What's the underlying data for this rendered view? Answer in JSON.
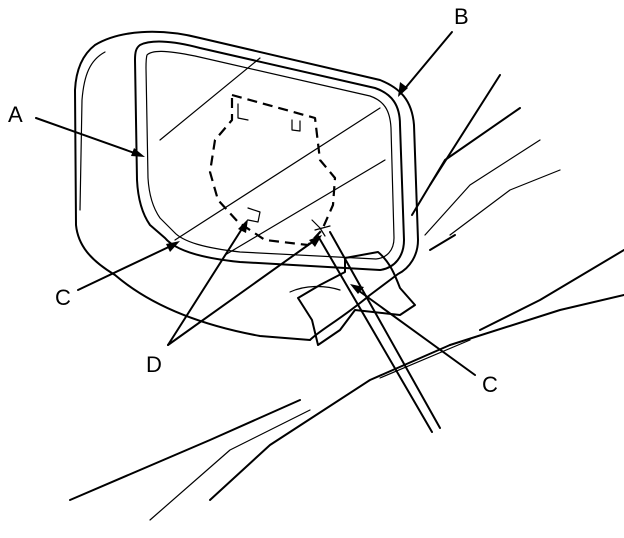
{
  "callouts": {
    "a": "A",
    "b": "B",
    "c_left": "C",
    "c_right": "C",
    "d": "D"
  },
  "colors": {
    "stroke": "#000000",
    "background": "#ffffff"
  }
}
